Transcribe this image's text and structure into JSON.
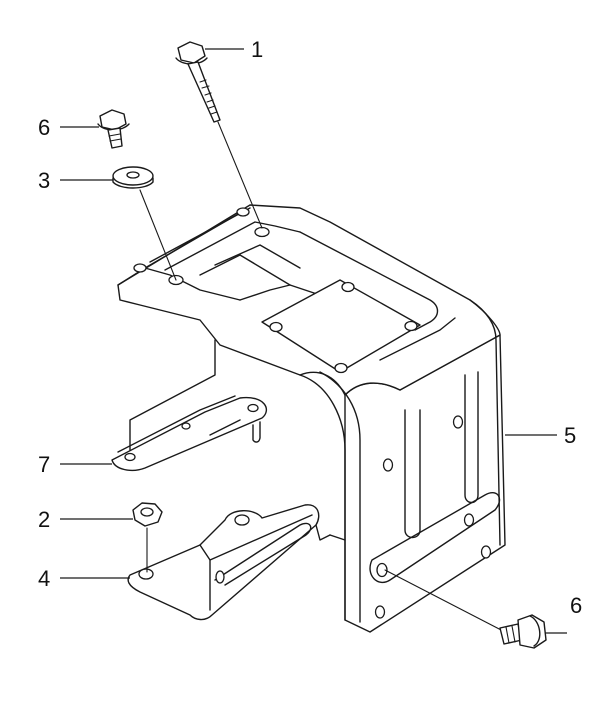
{
  "callouts": [
    {
      "id": "c1",
      "label": "1"
    },
    {
      "id": "c6a",
      "label": "6"
    },
    {
      "id": "c3",
      "label": "3"
    },
    {
      "id": "c5",
      "label": "5"
    },
    {
      "id": "c7",
      "label": "7"
    },
    {
      "id": "c2",
      "label": "2"
    },
    {
      "id": "c4",
      "label": "4"
    },
    {
      "id": "c6b",
      "label": "6"
    }
  ],
  "colors": {
    "line": "#1a1a1a",
    "background": "#ffffff"
  }
}
